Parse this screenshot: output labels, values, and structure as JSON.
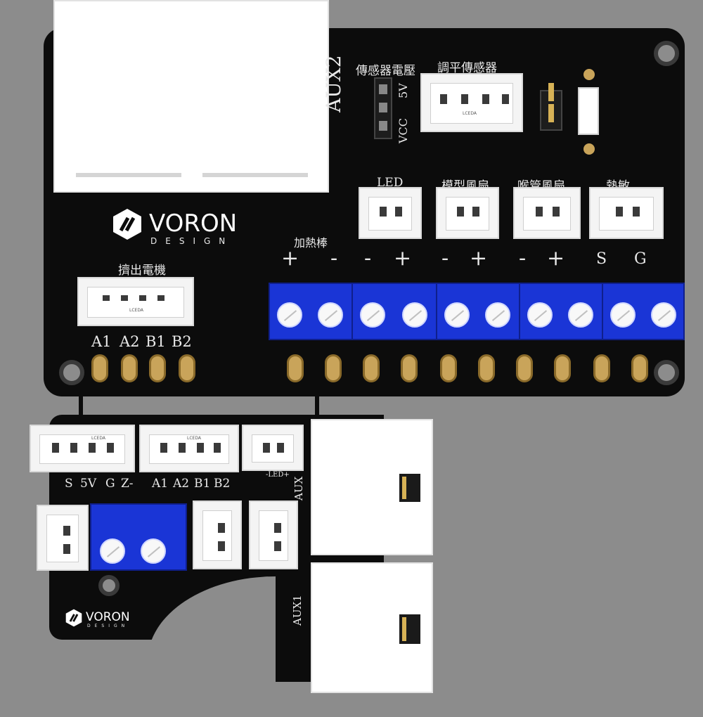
{
  "board_top": {
    "aux2_label": "AUX2",
    "sensor_voltage_label": "傳感器電壓",
    "sensor_5v_label": "5V",
    "sensor_vcc_label": "VCC",
    "leveling_sensor_label": "調平傳感器",
    "led_label": "LED",
    "model_fan_label": "模型風扇",
    "nozzle_fan_label": "喉管風扇",
    "thermistor_label": "熱敏",
    "heater_label": "加熱棒",
    "extruder_motor_label": "擠出電機",
    "motor_pins": [
      "A1",
      "A2",
      "B1",
      "B2"
    ],
    "terminal_polarity": [
      "+",
      "-",
      "-",
      "+",
      "-",
      "+",
      "-",
      "+",
      "S",
      "G"
    ],
    "connector_mark": "LCEDA",
    "logo_word": "VORON",
    "logo_sub": "DESIGN"
  },
  "board_bottom": {
    "endstop_pins": [
      "S",
      "5V",
      "G",
      "Z-"
    ],
    "motor_pins": [
      "A1",
      "A2",
      "B1",
      "B2"
    ],
    "led_plus_label": "-LED+",
    "aux_label": "AUX",
    "aux1_label": "AUX1",
    "connector_mark": "LCEDA",
    "logo_word": "VORON",
    "logo_sub": "DESIGN"
  },
  "colors": {
    "board": "#0c0c0c",
    "background": "#8c8c8c",
    "terminal_blue": "#1a35d6",
    "pad_gold": "#c9a45a",
    "silkscreen": "#e9e9e9"
  }
}
